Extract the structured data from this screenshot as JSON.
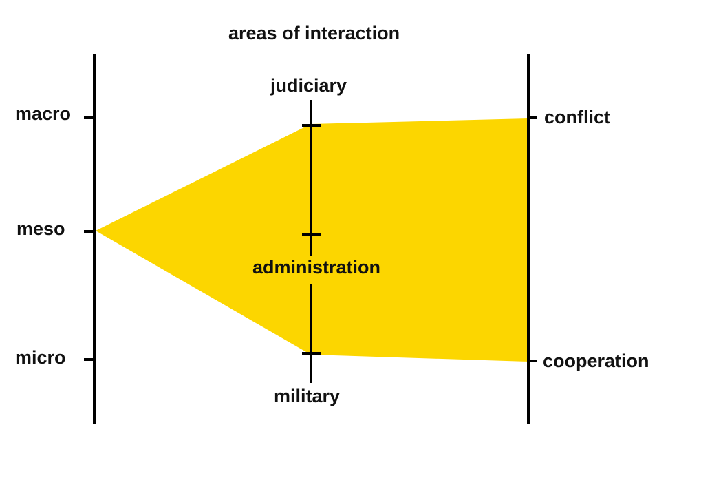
{
  "title": "areas of interaction",
  "levels": {
    "macro": "macro",
    "meso": "meso",
    "micro": "micro"
  },
  "areas": {
    "top": "judiciary",
    "middle": "administration",
    "bottom": "military"
  },
  "outcomes": {
    "top": "conflict",
    "bottom": "cooperation"
  },
  "colors": {
    "fill": "#FCD600",
    "line": "#000000",
    "text": "#111111"
  }
}
